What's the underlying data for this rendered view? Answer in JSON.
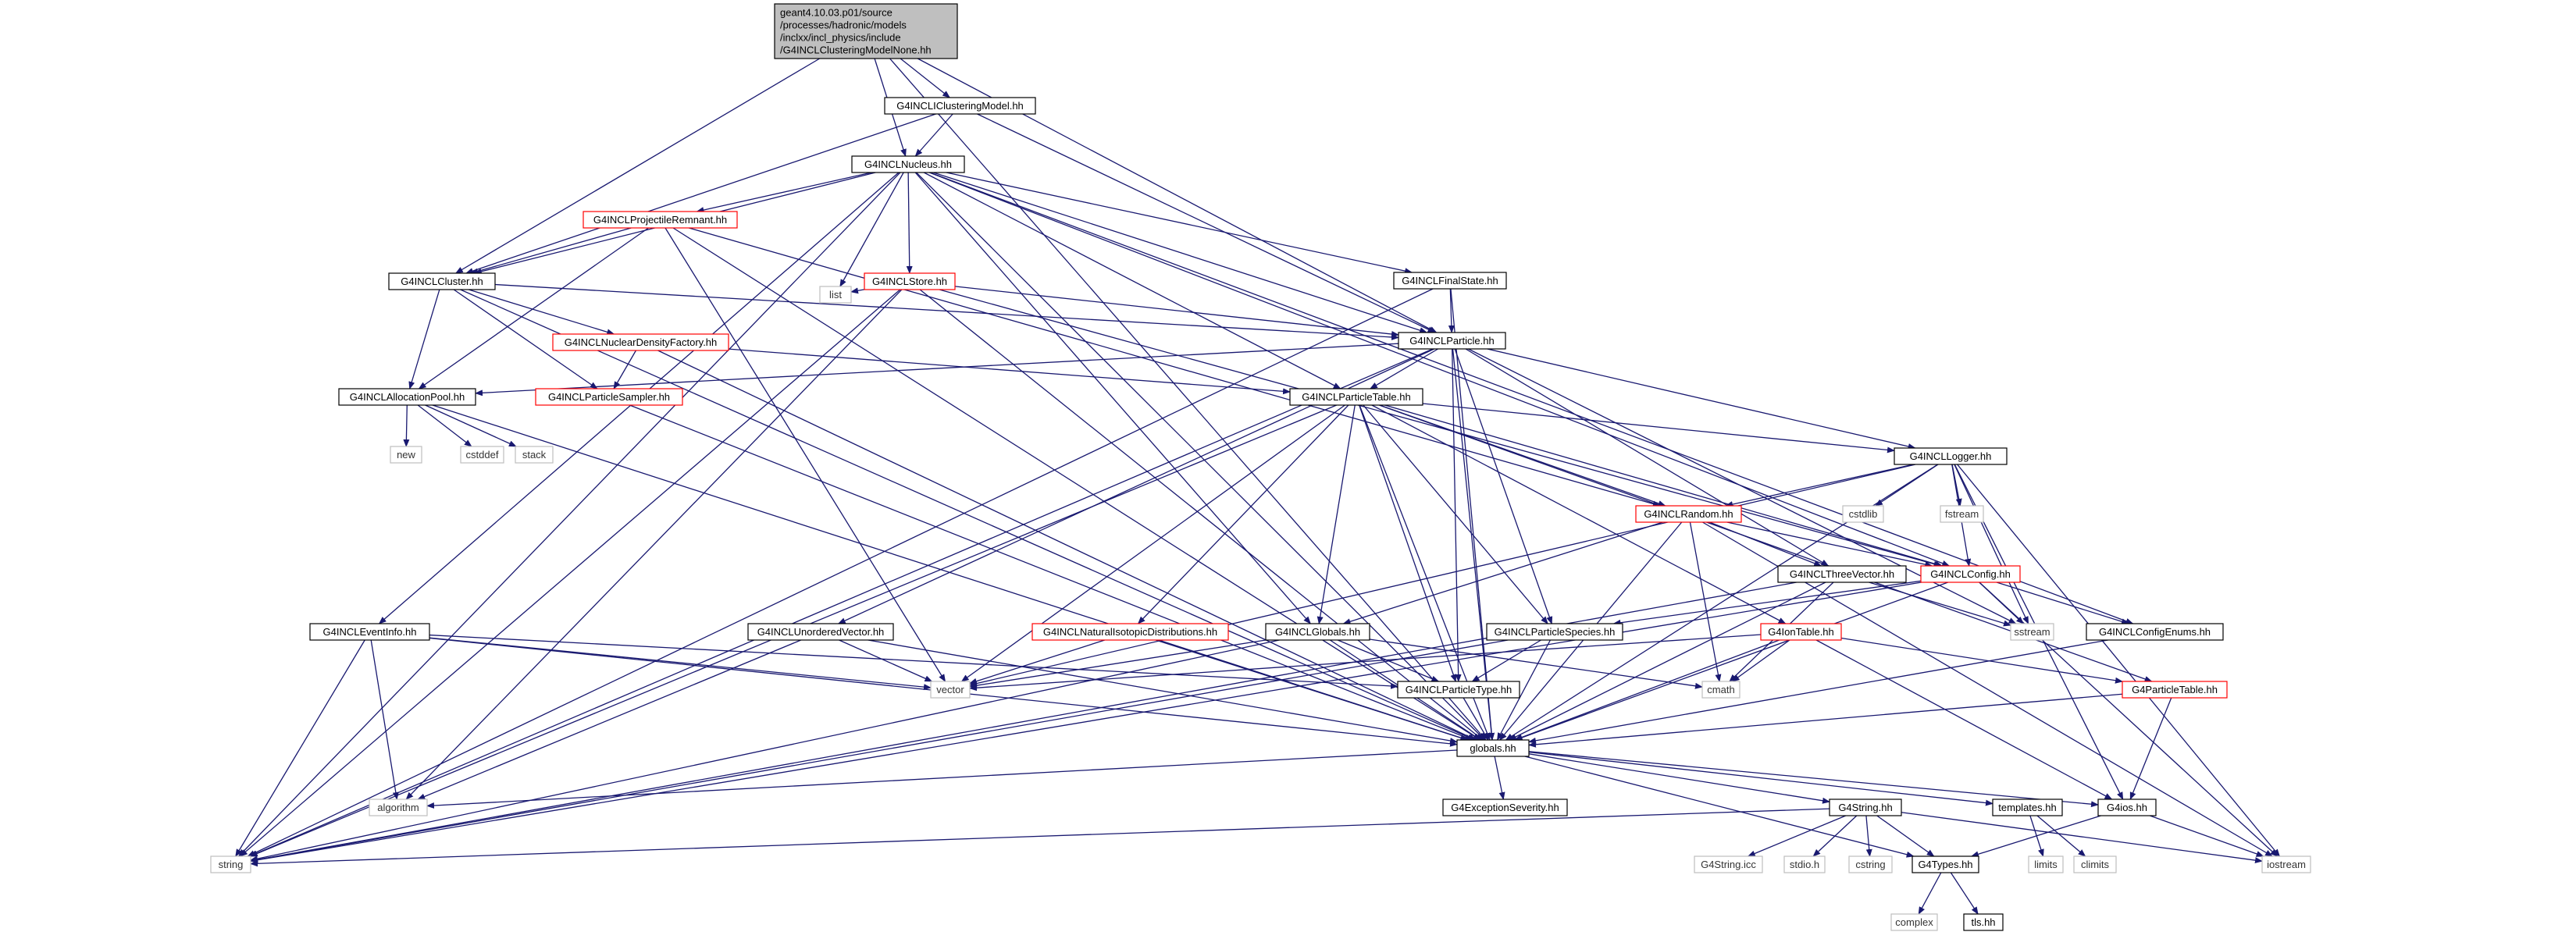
{
  "colors": {
    "edge": "#191970",
    "node_border_black": "#000000",
    "node_border_red": "#ff0000",
    "node_border_gray": "#bfbfbf",
    "root_fill": "#bfbfbf",
    "node_fill": "#ffffff"
  },
  "nodes": [
    {
      "id": "root",
      "label": "geant4.10.03.p01/source\n/processes/hadronic/models\n/inclxx/incl_physics/include\n/G4INCLClusteringModelNone.hh",
      "style": "root"
    },
    {
      "id": "clustering_model",
      "label": "G4INCLIClusteringModel.hh",
      "style": "black"
    },
    {
      "id": "nucleus",
      "label": "G4INCLNucleus.hh",
      "style": "black"
    },
    {
      "id": "projectile_remnant",
      "label": "G4INCLProjectileRemnant.hh",
      "style": "red"
    },
    {
      "id": "cluster",
      "label": "G4INCLCluster.hh",
      "style": "black"
    },
    {
      "id": "store",
      "label": "G4INCLStore.hh",
      "style": "red"
    },
    {
      "id": "list",
      "label": "list",
      "style": "gray"
    },
    {
      "id": "final_state",
      "label": "G4INCLFinalState.hh",
      "style": "black"
    },
    {
      "id": "nuclear_density_factory",
      "label": "G4INCLNuclearDensityFactory.hh",
      "style": "red"
    },
    {
      "id": "particle",
      "label": "G4INCLParticle.hh",
      "style": "black"
    },
    {
      "id": "allocation_pool",
      "label": "G4INCLAllocationPool.hh",
      "style": "black"
    },
    {
      "id": "particle_sampler",
      "label": "G4INCLParticleSampler.hh",
      "style": "red"
    },
    {
      "id": "particle_table",
      "label": "G4INCLParticleTable.hh",
      "style": "black"
    },
    {
      "id": "new",
      "label": "new",
      "style": "gray"
    },
    {
      "id": "cstddef",
      "label": "cstddef",
      "style": "gray"
    },
    {
      "id": "stack",
      "label": "stack",
      "style": "gray"
    },
    {
      "id": "logger",
      "label": "G4INCLLogger.hh",
      "style": "black"
    },
    {
      "id": "cstdlib",
      "label": "cstdlib",
      "style": "gray"
    },
    {
      "id": "fstream",
      "label": "fstream",
      "style": "gray"
    },
    {
      "id": "random",
      "label": "G4INCLRandom.hh",
      "style": "red"
    },
    {
      "id": "three_vector",
      "label": "G4INCLThreeVector.hh",
      "style": "black"
    },
    {
      "id": "config",
      "label": "G4INCLConfig.hh",
      "style": "red"
    },
    {
      "id": "event_info",
      "label": "G4INCLEventInfo.hh",
      "style": "black"
    },
    {
      "id": "unordered_vector",
      "label": "G4INCLUnorderedVector.hh",
      "style": "black"
    },
    {
      "id": "natural_isotopic",
      "label": "G4INCLNaturalIsotopicDistributions.hh",
      "style": "red"
    },
    {
      "id": "incl_globals",
      "label": "G4INCLGlobals.hh",
      "style": "black"
    },
    {
      "id": "particle_species",
      "label": "G4INCLParticleSpecies.hh",
      "style": "black"
    },
    {
      "id": "ion_table",
      "label": "G4IonTable.hh",
      "style": "red"
    },
    {
      "id": "sstream",
      "label": "sstream",
      "style": "gray"
    },
    {
      "id": "config_enums",
      "label": "G4INCLConfigEnums.hh",
      "style": "black"
    },
    {
      "id": "vector",
      "label": "vector",
      "style": "gray"
    },
    {
      "id": "cmath",
      "label": "cmath",
      "style": "gray"
    },
    {
      "id": "particle_type",
      "label": "G4INCLParticleType.hh",
      "style": "black"
    },
    {
      "id": "g4particle_table",
      "label": "G4ParticleTable.hh",
      "style": "red"
    },
    {
      "id": "globals",
      "label": "globals.hh",
      "style": "black"
    },
    {
      "id": "algorithm",
      "label": "algorithm",
      "style": "gray"
    },
    {
      "id": "exception_severity",
      "label": "G4ExceptionSeverity.hh",
      "style": "black"
    },
    {
      "id": "g4string",
      "label": "G4String.hh",
      "style": "black"
    },
    {
      "id": "templates",
      "label": "templates.hh",
      "style": "black"
    },
    {
      "id": "g4ios",
      "label": "G4ios.hh",
      "style": "black"
    },
    {
      "id": "string",
      "label": "string",
      "style": "gray"
    },
    {
      "id": "g4string_icc",
      "label": "G4String.icc",
      "style": "gray"
    },
    {
      "id": "stdio",
      "label": "stdio.h",
      "style": "gray"
    },
    {
      "id": "cstring",
      "label": "cstring",
      "style": "gray"
    },
    {
      "id": "g4types",
      "label": "G4Types.hh",
      "style": "black"
    },
    {
      "id": "limits",
      "label": "limits",
      "style": "gray"
    },
    {
      "id": "climits",
      "label": "climits",
      "style": "gray"
    },
    {
      "id": "iostream",
      "label": "iostream",
      "style": "gray"
    },
    {
      "id": "complex",
      "label": "complex",
      "style": "gray"
    },
    {
      "id": "tls",
      "label": "tls.hh",
      "style": "black"
    }
  ],
  "edges": [
    [
      "root",
      "clustering_model"
    ],
    [
      "root",
      "nucleus"
    ],
    [
      "root",
      "cluster"
    ],
    [
      "root",
      "particle"
    ],
    [
      "root",
      "globals"
    ],
    [
      "clustering_model",
      "nucleus"
    ],
    [
      "clustering_model",
      "cluster"
    ],
    [
      "clustering_model",
      "particle"
    ],
    [
      "nucleus",
      "projectile_remnant"
    ],
    [
      "nucleus",
      "cluster"
    ],
    [
      "nucleus",
      "store"
    ],
    [
      "nucleus",
      "list"
    ],
    [
      "nucleus",
      "final_state"
    ],
    [
      "nucleus",
      "particle"
    ],
    [
      "nucleus",
      "particle_table"
    ],
    [
      "nucleus",
      "event_info"
    ],
    [
      "nucleus",
      "incl_globals"
    ],
    [
      "nucleus",
      "config"
    ],
    [
      "nucleus",
      "config_enums"
    ],
    [
      "nucleus",
      "globals"
    ],
    [
      "nucleus",
      "string"
    ],
    [
      "projectile_remnant",
      "cluster"
    ],
    [
      "projectile_remnant",
      "allocation_pool"
    ],
    [
      "projectile_remnant",
      "random"
    ],
    [
      "projectile_remnant",
      "vector"
    ],
    [
      "projectile_remnant",
      "globals"
    ],
    [
      "cluster",
      "particle"
    ],
    [
      "cluster",
      "nuclear_density_factory"
    ],
    [
      "cluster",
      "allocation_pool"
    ],
    [
      "cluster",
      "particle_sampler"
    ],
    [
      "cluster",
      "globals"
    ],
    [
      "store",
      "particle"
    ],
    [
      "store",
      "list"
    ],
    [
      "store",
      "config"
    ],
    [
      "store",
      "globals"
    ],
    [
      "store",
      "string"
    ],
    [
      "store",
      "algorithm"
    ],
    [
      "final_state",
      "particle"
    ],
    [
      "final_state",
      "globals"
    ],
    [
      "final_state",
      "string"
    ],
    [
      "nuclear_density_factory",
      "particle_sampler"
    ],
    [
      "nuclear_density_factory",
      "particle_table"
    ],
    [
      "nuclear_density_factory",
      "globals"
    ],
    [
      "particle",
      "particle_table"
    ],
    [
      "particle",
      "allocation_pool"
    ],
    [
      "particle",
      "logger"
    ],
    [
      "particle",
      "three_vector"
    ],
    [
      "particle",
      "particle_species"
    ],
    [
      "particle",
      "particle_type"
    ],
    [
      "particle",
      "unordered_vector"
    ],
    [
      "particle",
      "sstream"
    ],
    [
      "particle",
      "globals"
    ],
    [
      "particle",
      "string"
    ],
    [
      "allocation_pool",
      "new"
    ],
    [
      "allocation_pool",
      "cstddef"
    ],
    [
      "allocation_pool",
      "stack"
    ],
    [
      "allocation_pool",
      "globals"
    ],
    [
      "particle_sampler",
      "globals"
    ],
    [
      "particle_table",
      "logger"
    ],
    [
      "particle_table",
      "config"
    ],
    [
      "particle_table",
      "random"
    ],
    [
      "particle_table",
      "incl_globals"
    ],
    [
      "particle_table",
      "particle_species"
    ],
    [
      "particle_table",
      "particle_type"
    ],
    [
      "particle_table",
      "natural_isotopic"
    ],
    [
      "particle_table",
      "ion_table"
    ],
    [
      "particle_table",
      "g4particle_table"
    ],
    [
      "particle_table",
      "vector"
    ],
    [
      "particle_table",
      "globals"
    ],
    [
      "particle_table",
      "string"
    ],
    [
      "logger",
      "cstdlib"
    ],
    [
      "logger",
      "fstream"
    ],
    [
      "logger",
      "random"
    ],
    [
      "logger",
      "config"
    ],
    [
      "logger",
      "sstream"
    ],
    [
      "logger",
      "g4ios"
    ],
    [
      "logger",
      "iostream"
    ],
    [
      "logger",
      "vector"
    ],
    [
      "logger",
      "globals"
    ],
    [
      "random",
      "three_vector"
    ],
    [
      "random",
      "config"
    ],
    [
      "random",
      "incl_globals"
    ],
    [
      "random",
      "cmath"
    ],
    [
      "random",
      "globals"
    ],
    [
      "random",
      "iostream"
    ],
    [
      "three_vector",
      "sstream"
    ],
    [
      "three_vector",
      "cmath"
    ],
    [
      "three_vector",
      "globals"
    ],
    [
      "three_vector",
      "string"
    ],
    [
      "config",
      "particle_species"
    ],
    [
      "config",
      "config_enums"
    ],
    [
      "config",
      "sstream"
    ],
    [
      "config",
      "string"
    ],
    [
      "config",
      "globals"
    ],
    [
      "config",
      "iostream"
    ],
    [
      "event_info",
      "particle_type"
    ],
    [
      "event_info",
      "vector"
    ],
    [
      "event_info",
      "algorithm"
    ],
    [
      "event_info",
      "string"
    ],
    [
      "event_info",
      "globals"
    ],
    [
      "unordered_vector",
      "vector"
    ],
    [
      "unordered_vector",
      "algorithm"
    ],
    [
      "unordered_vector",
      "globals"
    ],
    [
      "natural_isotopic",
      "vector"
    ],
    [
      "natural_isotopic",
      "globals"
    ],
    [
      "incl_globals",
      "particle_type"
    ],
    [
      "incl_globals",
      "cmath"
    ],
    [
      "incl_globals",
      "string"
    ],
    [
      "incl_globals",
      "vector"
    ],
    [
      "incl_globals",
      "globals"
    ],
    [
      "particle_species",
      "particle_type"
    ],
    [
      "particle_species",
      "globals"
    ],
    [
      "particle_species",
      "string"
    ],
    [
      "ion_table",
      "g4particle_table"
    ],
    [
      "ion_table",
      "vector"
    ],
    [
      "ion_table",
      "cmath"
    ],
    [
      "ion_table",
      "globals"
    ],
    [
      "ion_table",
      "g4ios"
    ],
    [
      "config_enums",
      "globals"
    ],
    [
      "particle_type",
      "globals"
    ],
    [
      "g4particle_table",
      "globals"
    ],
    [
      "g4particle_table",
      "g4ios"
    ],
    [
      "globals",
      "algorithm"
    ],
    [
      "globals",
      "exception_severity"
    ],
    [
      "globals",
      "g4string"
    ],
    [
      "globals",
      "templates"
    ],
    [
      "globals",
      "g4ios"
    ],
    [
      "globals",
      "g4types"
    ],
    [
      "g4string",
      "string"
    ],
    [
      "g4string",
      "g4string_icc"
    ],
    [
      "g4string",
      "stdio"
    ],
    [
      "g4string",
      "cstring"
    ],
    [
      "g4string",
      "g4types"
    ],
    [
      "g4string",
      "iostream"
    ],
    [
      "templates",
      "limits"
    ],
    [
      "templates",
      "climits"
    ],
    [
      "g4ios",
      "g4types"
    ],
    [
      "g4ios",
      "iostream"
    ],
    [
      "g4types",
      "complex"
    ],
    [
      "g4types",
      "tls"
    ]
  ]
}
